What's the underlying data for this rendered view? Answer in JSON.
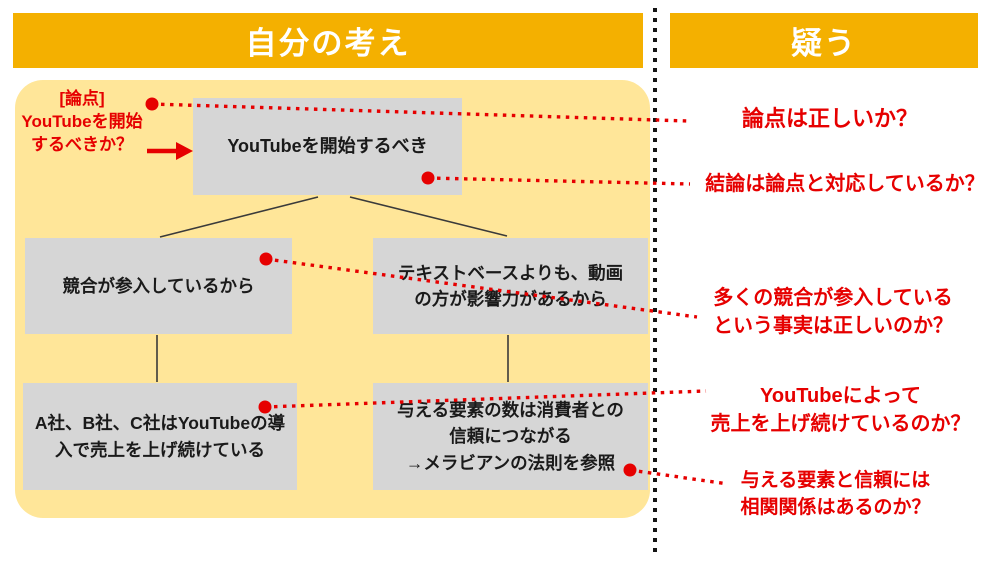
{
  "colors": {
    "header_bg": "#F4B000",
    "panel_bg": "#FFE699",
    "box_bg": "#D6D6D6",
    "red": "#E60000"
  },
  "headers": {
    "left": "自分の考え",
    "right": "疑う"
  },
  "issue_label": {
    "text": "[論点]\nYouTubeを開始\nするべきか？"
  },
  "tree": {
    "conclusion": "YouTubeを開始するべき",
    "reason_left": "競合が参入しているから",
    "reason_right": "テキストベースよりも、動画\nの方が影響力があるから",
    "evidence_left": "A社、B社、C社はYouTubeの導\n入で売上を上げ続けている",
    "evidence_right": "与える要素の数は消費者との\n信頼につながる\n→メラビアンの法則を参照"
  },
  "doubts": {
    "items": [
      {
        "text": "論点は正しいか？"
      },
      {
        "text": "結論は論点と対応しているか？"
      },
      {
        "text": "多くの競合が参入している\nという事実は正しいのか？"
      },
      {
        "text": "YouTubeによって\n売上を上げ続けているのか？"
      },
      {
        "text": "与える要素と信頼には\n相関関係はあるのか？"
      }
    ]
  }
}
